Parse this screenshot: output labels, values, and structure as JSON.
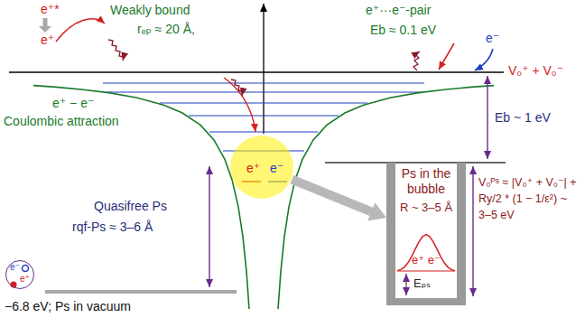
{
  "diagram": {
    "nodes": [
      {
        "text": [
          "e⁺",
          "e⁻"
        ]
      },
      {
        "text": [
          "Ps in the bubble",
          "R ~ 3–5 Å",
          "e⁺ e⁻",
          "Eₚₛ"
        ]
      },
      {
        "text": [
          "e⁻",
          "e⁺"
        ]
      }
    ],
    "edges": [
      {
        "from": 0,
        "to": 1,
        "arrow": "to"
      }
    ],
    "labels": [
      "e⁺*",
      "e⁺",
      "Weakly bound",
      "rₑₚ ≈ 20 Å,",
      "e⁺···e⁻-pair",
      "Eb ≈ 0.1 eV",
      "e⁻",
      "V₀⁺ + V₀⁻",
      "e⁺ − e⁻",
      "Coulombic attraction",
      "Eb ~ 1 eV",
      "Quasifree Ps",
      "rqf-Ps ≈ 3–6 Å",
      "V₀ᴾˢ ≈ |V₀⁺ + V₀⁻| + Ry/2 * (1 − 1/ε²) ~ 3–5 eV",
      "−6.8 eV; Ps in vacuum"
    ]
  }
}
